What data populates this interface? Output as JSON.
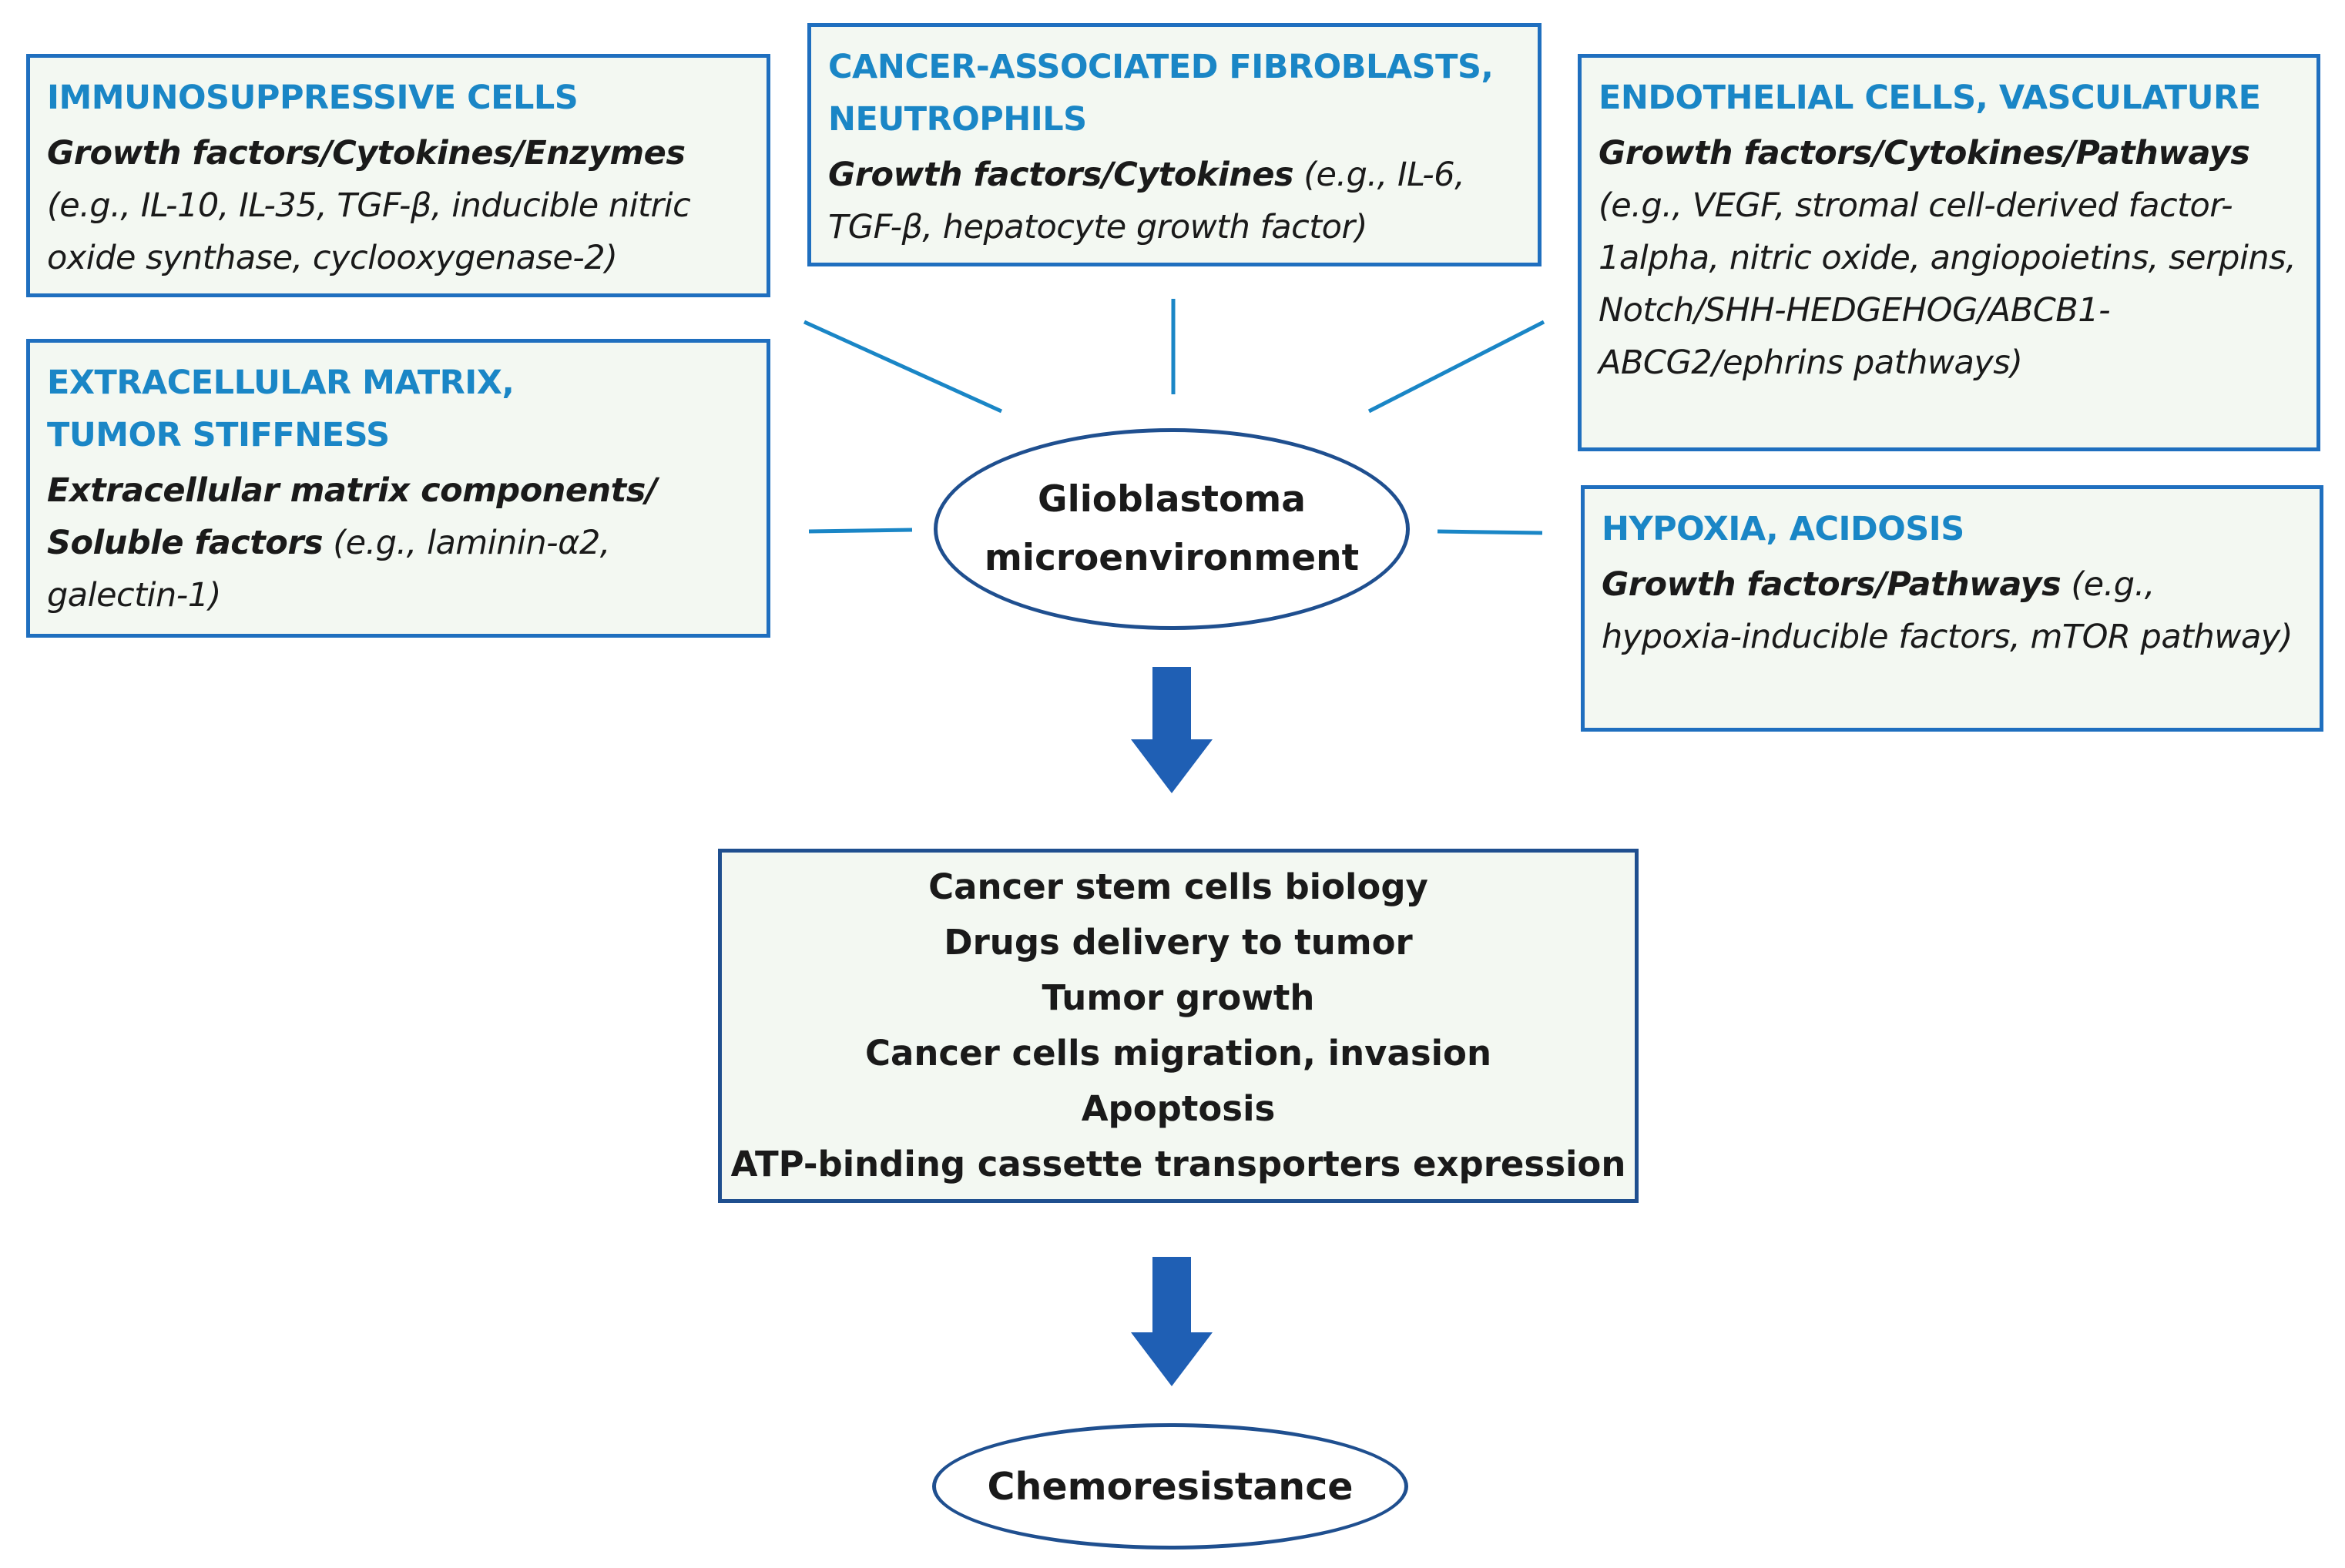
{
  "boxes": {
    "immunosuppressive": {
      "heading": "IMMUNOSUPPRESSIVE CELLS",
      "lead": "Growth  factors/Cytokines/Enzymes",
      "text": "(e.g., IL-10, IL-35, TGF-β, inducible nitric oxide synthase, cyclooxygenase-2)"
    },
    "fibroblasts": {
      "heading_line1": "CANCER-ASSOCIATED FIBROBLASTS,",
      "heading_line2": "NEUTROPHILS",
      "lead": "Growth factors/Cytokines",
      "text": " (e.g., IL-6, TGF-β, hepatocyte growth factor)"
    },
    "endothelial": {
      "heading": "ENDOTHELIAL CELLS, VASCULATURE",
      "lead": "Growth  factors/Cytokines/Pathways",
      "text": "(e.g.,      VEGF, stromal cell-derived factor-1alpha, nitric oxide, angiopoietins, serpins, Notch/SHH-HEDGEHOG/ABCB1-ABCG2/ephrins pathways)"
    },
    "ecm": {
      "heading_line1": "EXTRACELLULAR MATRIX,",
      "heading_line2": "TUMOR STIFFNESS",
      "lead": "Extracellular matrix components/ Soluble factors",
      "text": "  (e.g., laminin-α2, galectin-1)"
    },
    "hypoxia": {
      "heading": "HYPOXIA, ACIDOSIS",
      "lead": "Growth  factors/Pathways",
      "text": " (e.g., hypoxia-inducible factors, mTOR pathway)"
    }
  },
  "center": {
    "line1": "Glioblastoma",
    "line2": "microenvironment"
  },
  "outcomes": [
    "Cancer stem cells biology",
    "Drugs delivery to tumor",
    "Tumor growth",
    "Cancer cells migration, invasion",
    "Apoptosis",
    "ATP-binding cassette transporters expression"
  ],
  "final": "Chemoresistance",
  "colors": {
    "heading": "#1a86c6",
    "border": "#1f6fbf",
    "arrow": "#1f5fb4",
    "box_fill": "#f3f8f2"
  }
}
